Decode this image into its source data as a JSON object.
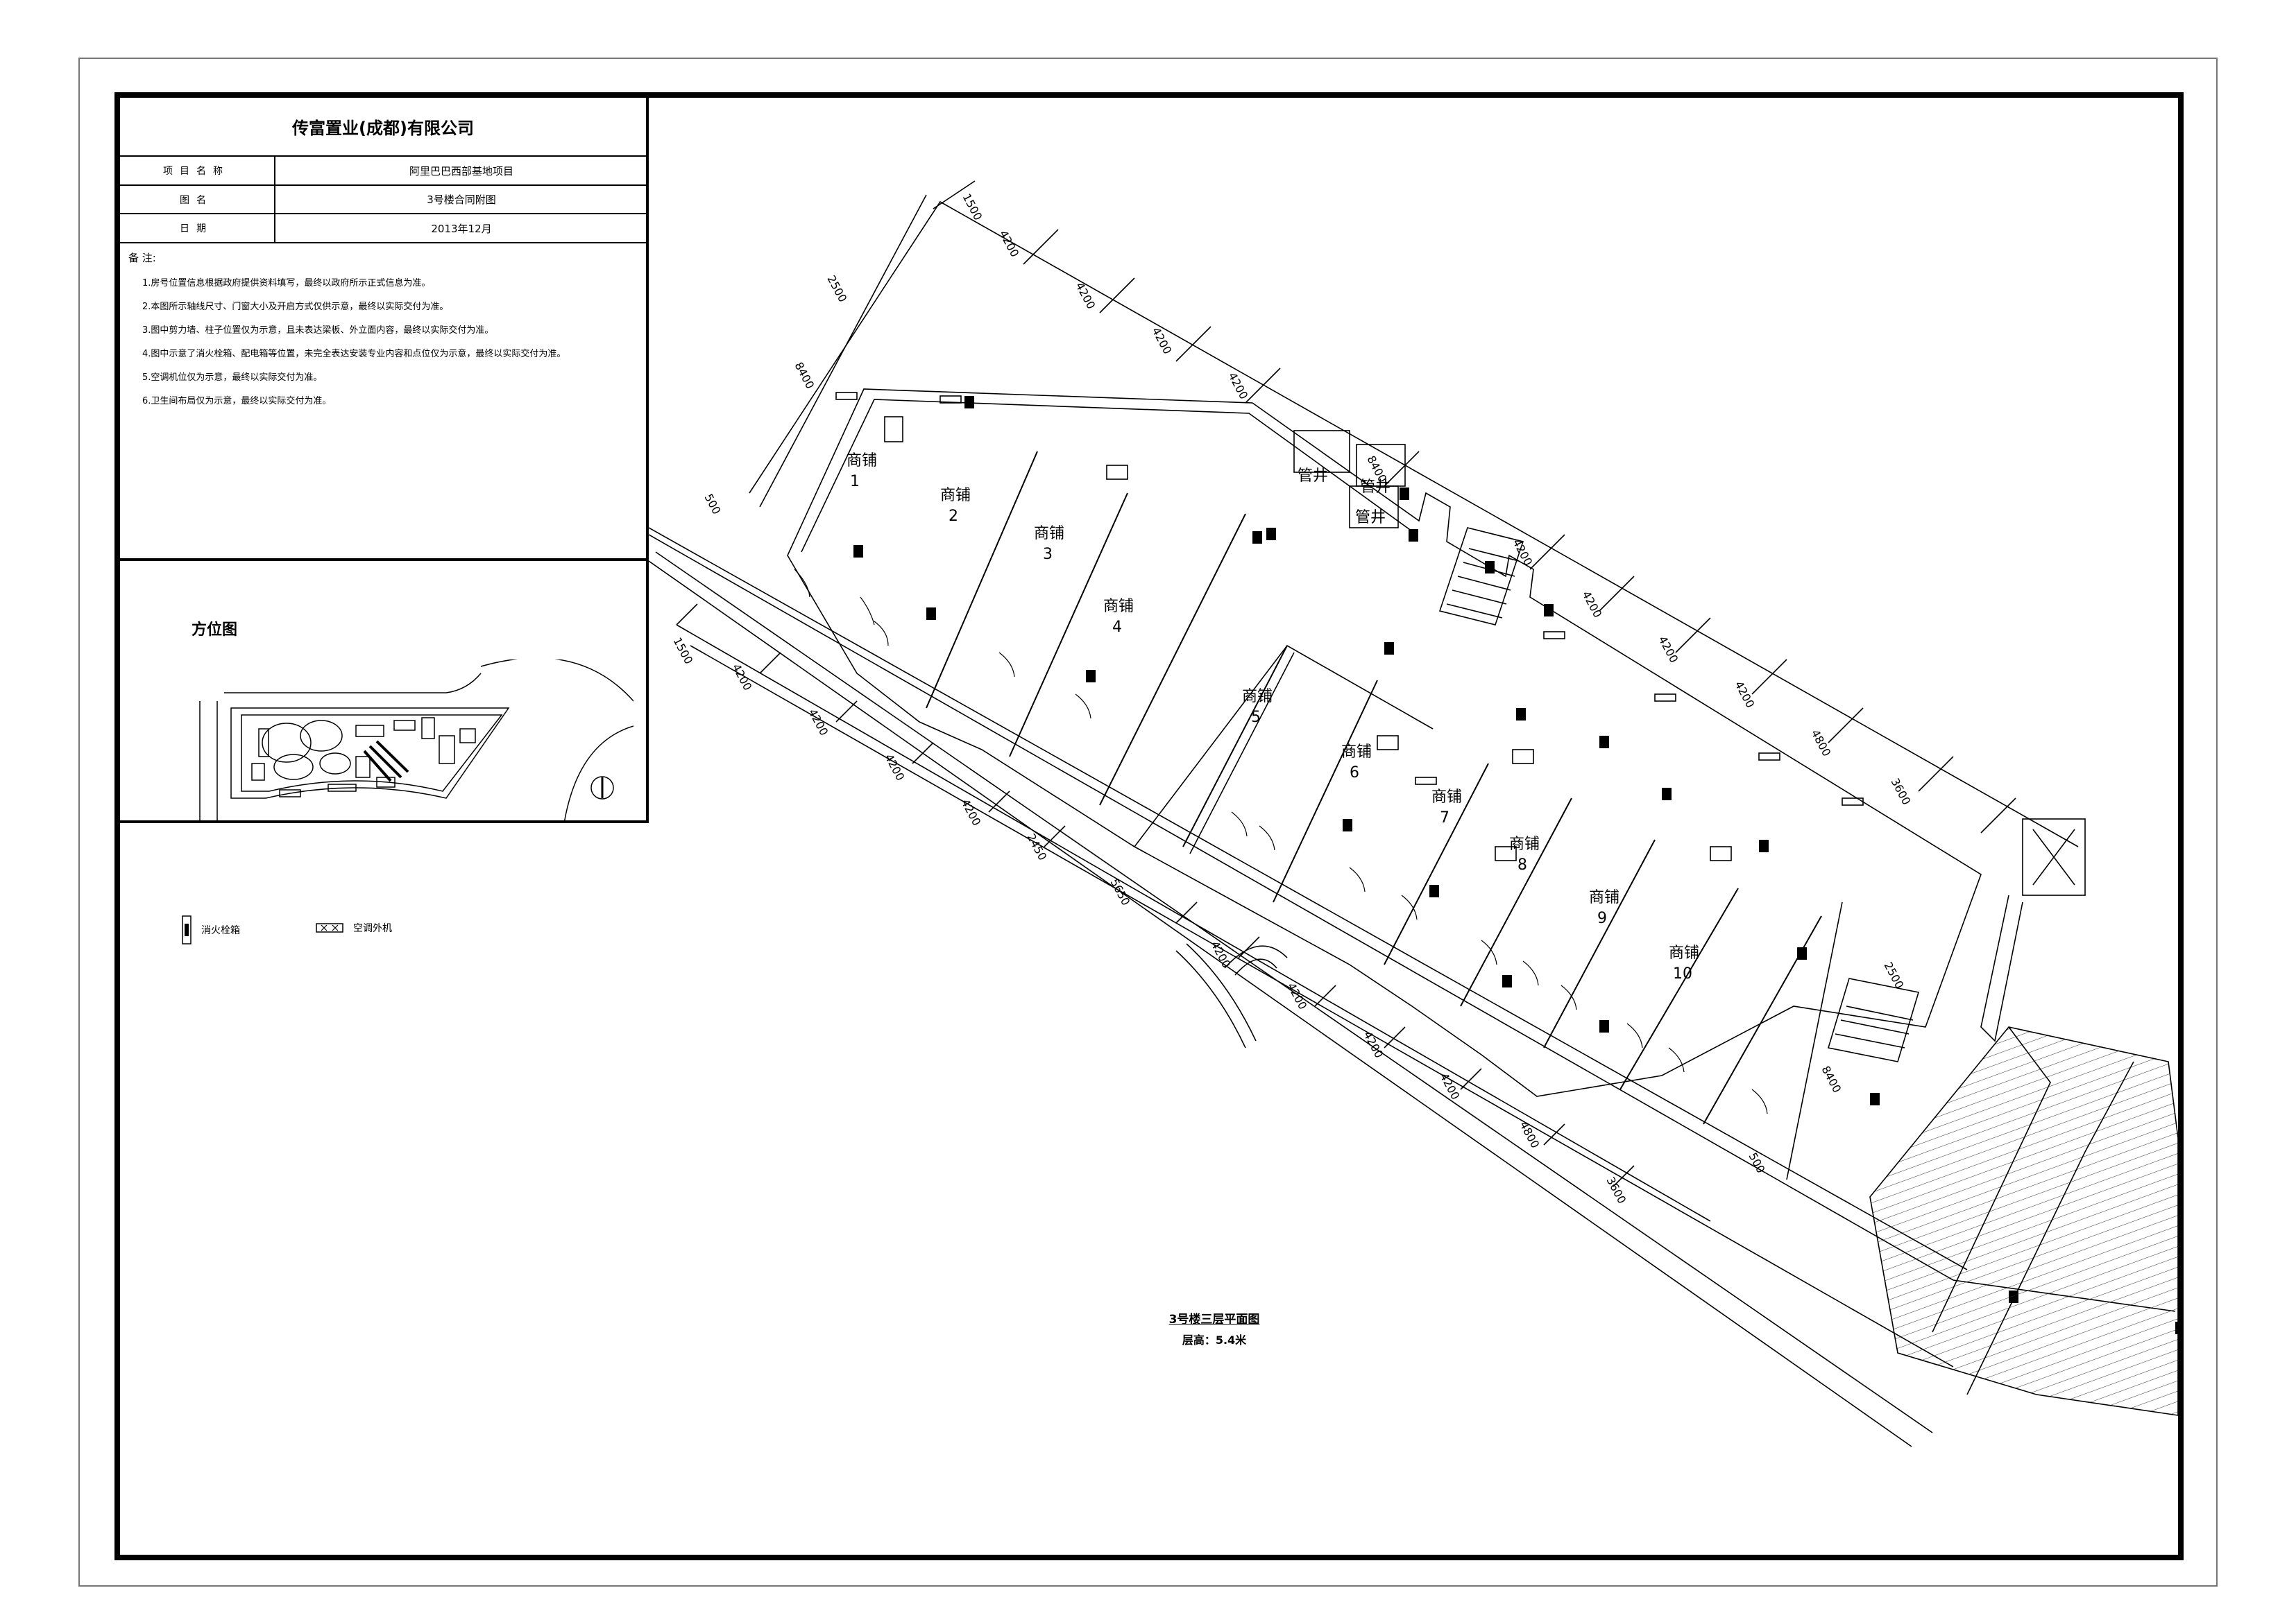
{
  "title_block": {
    "company": "传富置业(成都)有限公司",
    "rows": [
      {
        "label": "项目名称",
        "value": "阿里巴巴西部基地项目"
      },
      {
        "label": "图名",
        "value": "3号楼合同附图"
      },
      {
        "label": "日期",
        "value": "2013年12月"
      }
    ],
    "notes_heading": "备 注:",
    "notes": [
      "1.房号位置信息根据政府提供资料填写，最终以政府所示正式信息为准。",
      "2.本图所示轴线尺寸、门窗大小及开启方式仅供示意，最终以实际交付为准。",
      "3.图中剪力墙、柱子位置仅为示意，且未表达梁板、外立面内容，最终以实际交付为准。",
      "4.图中示意了消火栓箱、配电箱等位置，未完全表达安装专业内容和点位仅为示意，最终以实际交付为准。",
      "5.空调机位仅为示意，最终以实际交付为准。",
      "6.卫生间布局仅为示意，最终以实际交付为准。"
    ]
  },
  "orientation": {
    "title": "方位图"
  },
  "legend": [
    {
      "icon": "fire-hydrant-box-icon",
      "label": "消火栓箱"
    },
    {
      "icon": "ac-unit-icon",
      "label": "空调外机"
    }
  ],
  "plan": {
    "caption": "3号楼三层平面图",
    "floor_height": "层高：5.4米",
    "shop_word": "商铺",
    "shaft_word": "管井",
    "shops": [
      "1",
      "2",
      "3",
      "4",
      "5",
      "6",
      "7",
      "8",
      "9",
      "10"
    ],
    "top_dimensions": [
      "1500",
      "4200",
      "2500",
      "4200",
      "4200",
      "4200",
      "8400",
      "8400",
      "4200",
      "4200",
      "4200",
      "4200",
      "4800",
      "3600",
      "500"
    ],
    "bottom_dimensions": [
      "1500",
      "4200",
      "4200",
      "4200",
      "4200",
      "2450",
      "5650",
      "4200",
      "4200",
      "4200",
      "4200",
      "4800",
      "3600"
    ],
    "side_dimensions": [
      "2500",
      "8400",
      "500"
    ]
  },
  "colors": {
    "line": "#000000",
    "frame_outer": "#777777",
    "hatch": "#333333"
  }
}
